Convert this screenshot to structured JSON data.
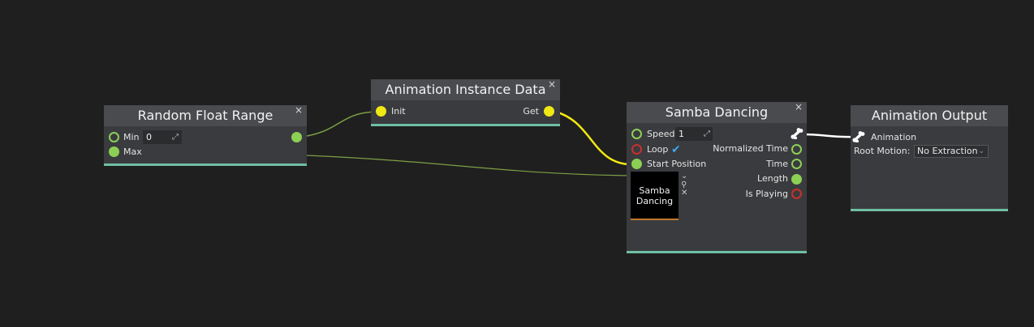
{
  "colors": {
    "background": "#1f1f1f",
    "node_body": "#3a3b3e",
    "node_header": "#4a4b4f",
    "node_footer": "#6fbfa3",
    "port_green": "#8ccf55",
    "port_yellow": "#f0e813",
    "port_red": "#c9302c",
    "check_blue": "#3ea8f0"
  },
  "nodes": {
    "random_float_range": {
      "title": "Random Float Range",
      "close": "×",
      "min_label": "Min",
      "min_value": "0",
      "max_label": "Max"
    },
    "animation_instance_data": {
      "title": "Animation Instance Data",
      "close": "×",
      "init_label": "Init",
      "get_label": "Get"
    },
    "samba_dancing": {
      "title": "Samba Dancing",
      "close": "×",
      "speed_label": "Speed",
      "speed_value": "1",
      "loop_label": "Loop",
      "start_position_label": "Start Position",
      "normalized_time_label": "Normalized Time",
      "time_label": "Time",
      "length_label": "Length",
      "is_playing_label": "Is Playing",
      "thumbnail_text": "Samba Dancing"
    },
    "animation_output": {
      "title": "Animation Output",
      "close": "",
      "animation_label": "Animation",
      "root_motion_label": "Root Motion:",
      "root_motion_value": "No Extraction"
    }
  }
}
